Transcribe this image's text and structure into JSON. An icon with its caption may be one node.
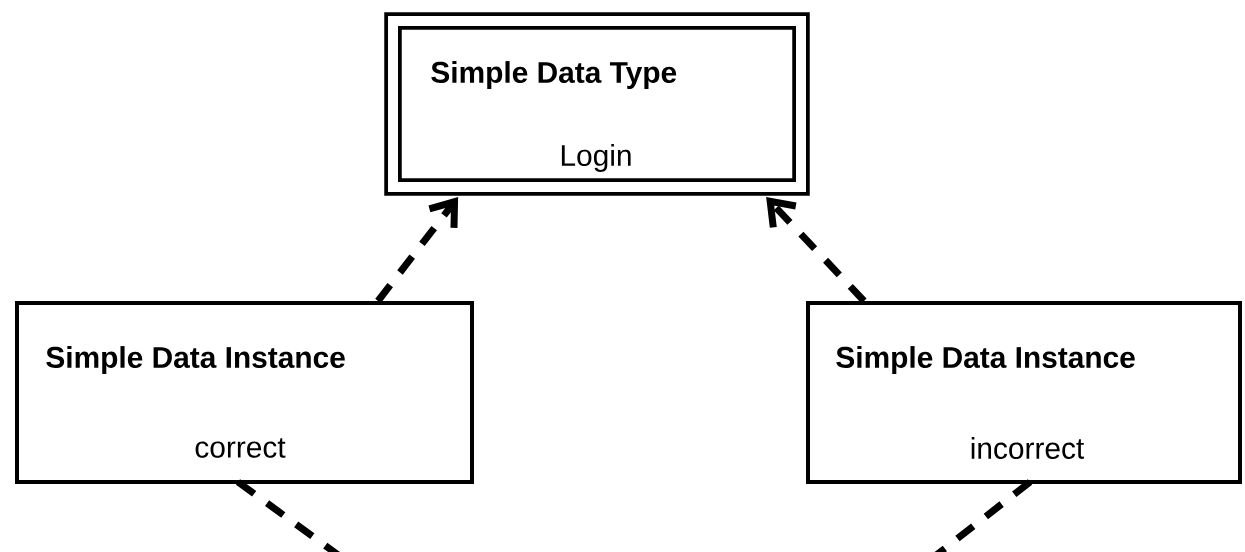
{
  "diagram": {
    "nodes": [
      {
        "text": [
          "Simple Data Type",
          "Login"
        ]
      },
      {
        "text": [
          "Simple Data Instance",
          "correct"
        ]
      },
      {
        "text": [
          "Simple Data Instance",
          "incorrect"
        ]
      }
    ],
    "edges": [
      {
        "from": 1,
        "to": 0,
        "arrow": "to",
        "style": "dashed"
      },
      {
        "from": 2,
        "to": 0,
        "arrow": "to",
        "style": "dashed"
      },
      {
        "from": 1,
        "to": null,
        "arrow": "none",
        "style": "dashed"
      },
      {
        "from": 2,
        "to": null,
        "arrow": "none",
        "style": "dashed"
      }
    ]
  }
}
